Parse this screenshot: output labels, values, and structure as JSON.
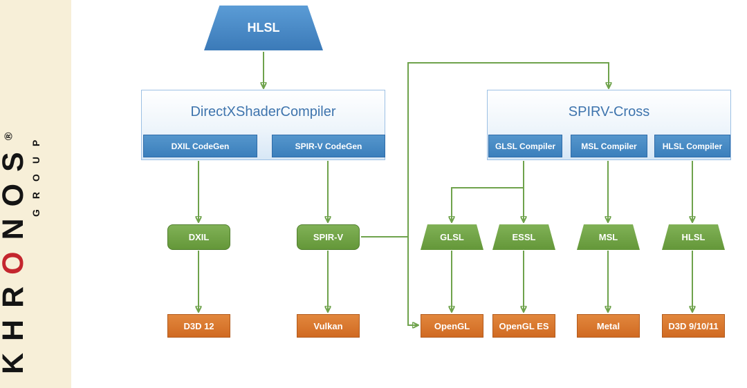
{
  "sidebar": {
    "brand_khr": "KHR",
    "brand_o": "O",
    "brand_nos": "NOS",
    "registered": "®",
    "group": "GROUP",
    "bg_color": "#f7efd8",
    "logo_red": "#c4262e"
  },
  "diagram": {
    "source_node": "HLSL",
    "compilers": [
      {
        "title": "DirectXShaderCompiler",
        "modules": [
          "DXIL CodeGen",
          "SPIR-V CodeGen"
        ]
      },
      {
        "title": "SPIRV-Cross",
        "modules": [
          "GLSL Compiler",
          "MSL Compiler",
          "HLSL Compiler"
        ]
      }
    ],
    "ir_nodes": [
      "DXIL",
      "SPIR-V",
      "GLSL",
      "ESSL",
      "MSL",
      "HLSL"
    ],
    "targets": [
      "D3D 12",
      "Vulkan",
      "OpenGL",
      "OpenGL ES",
      "Metal",
      "D3D 9/10/11"
    ],
    "edges": [
      {
        "from": "HLSL",
        "to": "DirectXShaderCompiler"
      },
      {
        "from": "DXIL CodeGen",
        "to": "DXIL"
      },
      {
        "from": "SPIR-V CodeGen",
        "to": "SPIR-V"
      },
      {
        "from": "DXIL",
        "to": "D3D 12"
      },
      {
        "from": "SPIR-V",
        "to": "Vulkan"
      },
      {
        "from": "SPIR-V",
        "to": "SPIRV-Cross"
      },
      {
        "from": "SPIR-V",
        "to": "OpenGL"
      },
      {
        "from": "GLSL Compiler",
        "to": "GLSL"
      },
      {
        "from": "GLSL Compiler",
        "to": "ESSL"
      },
      {
        "from": "MSL Compiler",
        "to": "MSL"
      },
      {
        "from": "HLSL Compiler",
        "to": "HLSL"
      },
      {
        "from": "GLSL",
        "to": "OpenGL"
      },
      {
        "from": "ESSL",
        "to": "OpenGL ES"
      },
      {
        "from": "MSL",
        "to": "Metal"
      },
      {
        "from": "HLSL",
        "to": "D3D 9/10/11"
      }
    ],
    "colors": {
      "blue_node": "#3b7fbc",
      "title_blue": "#3e74ad",
      "green_node": "#6f9e43",
      "orange_node": "#d9762c",
      "arrow": "#6ea24b"
    }
  }
}
